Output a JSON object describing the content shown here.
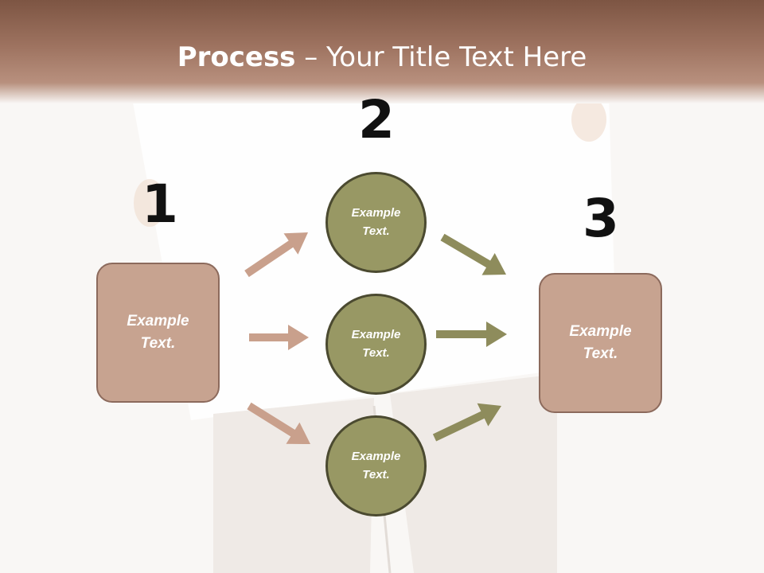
{
  "title": {
    "bold": "Process",
    "rest": " – Your Title Text Here"
  },
  "steps": [
    {
      "number": "1",
      "box_text": "Example\nText."
    },
    {
      "number": "2"
    },
    {
      "number": "3",
      "box_text": "Example\nText."
    }
  ],
  "circles": [
    {
      "text": "Example\nText."
    },
    {
      "text": "Example\nText."
    },
    {
      "text": "Example\nText."
    }
  ],
  "colors": {
    "header": "#7d5543",
    "box_fill": "#c7a390",
    "box_border": "#8c6a5c",
    "circle_fill": "#989864",
    "circle_border": "#4b4a30",
    "arrow_left": "#c9a08c",
    "arrow_right": "#8e8c5c"
  }
}
